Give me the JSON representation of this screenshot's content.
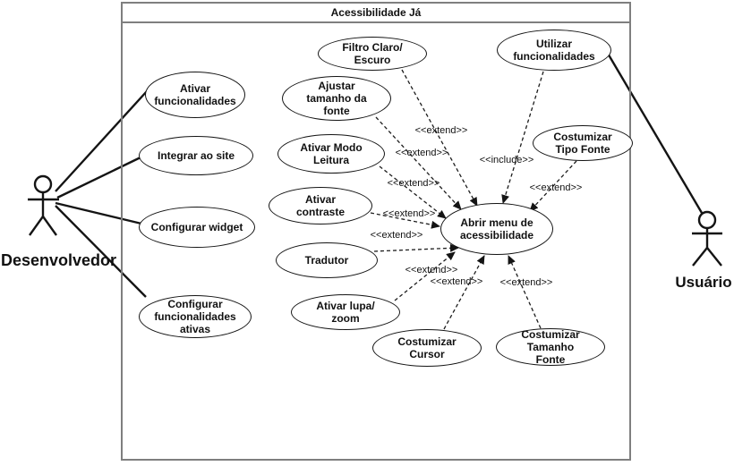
{
  "diagram": {
    "type": "uml-use-case",
    "title": "Acessibilidade Já",
    "colors": {
      "boundary": "#7f7f7f",
      "shape_stroke": "#141414",
      "background": "#ffffff"
    },
    "actors": [
      {
        "id": "desenvolvedor",
        "name": "Desenvolvedor",
        "side": "left"
      },
      {
        "id": "usuario",
        "name": "Usuário",
        "side": "right"
      }
    ],
    "use_cases": [
      {
        "id": "ativar-funcionalidades",
        "label": "Ativar\nfuncionalidades"
      },
      {
        "id": "integrar-ao-site",
        "label": "Integrar ao site"
      },
      {
        "id": "configurar-widget",
        "label": "Configurar widget"
      },
      {
        "id": "configurar-funcionalidades-ativas",
        "label": "Configurar\nfuncionalidades\nativas"
      },
      {
        "id": "filtro-claro-escuro",
        "label": "Filtro Claro/\nEscuro"
      },
      {
        "id": "ajustar-tamanho-da-fonte",
        "label": "Ajustar\ntamanho da\nfonte"
      },
      {
        "id": "ativar-modo-leitura",
        "label": "Ativar Modo\nLeitura"
      },
      {
        "id": "ativar-contraste",
        "label": "Ativar\ncontraste"
      },
      {
        "id": "tradutor",
        "label": "Tradutor"
      },
      {
        "id": "ativar-lupa-zoom",
        "label": "Ativar lupa/\nzoom"
      },
      {
        "id": "costumizar-cursor",
        "label": "Costumizar\nCursor"
      },
      {
        "id": "costumizar-tamanho-fonte",
        "label": "Costumizar\nTamanho\nFonte"
      },
      {
        "id": "costumizar-tipo-fonte",
        "label": "Costumizar\nTipo Fonte"
      },
      {
        "id": "utilizar-funcionalidades",
        "label": "Utilizar\nfuncionalidades"
      },
      {
        "id": "abrir-menu-de-acessibilidade",
        "label": "Abrir menu de\nacessibilidade"
      }
    ],
    "relationships": [
      {
        "from": "filtro-claro-escuro",
        "to": "abrir-menu-de-acessibilidade",
        "stereotype": "<<extend>>"
      },
      {
        "from": "ajustar-tamanho-da-fonte",
        "to": "abrir-menu-de-acessibilidade",
        "stereotype": "<<extend>>"
      },
      {
        "from": "ativar-modo-leitura",
        "to": "abrir-menu-de-acessibilidade",
        "stereotype": "<<extend>>"
      },
      {
        "from": "ativar-contraste",
        "to": "abrir-menu-de-acessibilidade",
        "stereotype": "<<extend>>"
      },
      {
        "from": "tradutor",
        "to": "abrir-menu-de-acessibilidade",
        "stereotype": "<<extend>>"
      },
      {
        "from": "ativar-lupa-zoom",
        "to": "abrir-menu-de-acessibilidade",
        "stereotype": "<<extend>>"
      },
      {
        "from": "costumizar-cursor",
        "to": "abrir-menu-de-acessibilidade",
        "stereotype": "<<extend>>"
      },
      {
        "from": "costumizar-tamanho-fonte",
        "to": "abrir-menu-de-acessibilidade",
        "stereotype": "<<extend>>"
      },
      {
        "from": "costumizar-tipo-fonte",
        "to": "abrir-menu-de-acessibilidade",
        "stereotype": "<<extend>>"
      },
      {
        "from": "utilizar-funcionalidades",
        "to": "abrir-menu-de-acessibilidade",
        "stereotype": "<<include>>"
      }
    ],
    "associations": [
      {
        "from": "desenvolvedor",
        "to": "ativar-funcionalidades"
      },
      {
        "from": "desenvolvedor",
        "to": "integrar-ao-site"
      },
      {
        "from": "desenvolvedor",
        "to": "configurar-widget"
      },
      {
        "from": "desenvolvedor",
        "to": "configurar-funcionalidades-ativas"
      },
      {
        "from": "usuario",
        "to": "utilizar-funcionalidades"
      }
    ]
  }
}
